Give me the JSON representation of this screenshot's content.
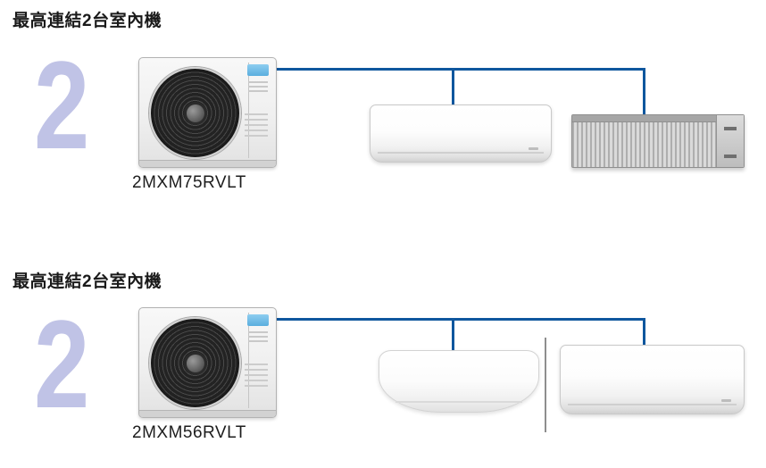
{
  "colors": {
    "accent_number": "#c0c3e6",
    "pipe_line": "#0f579e",
    "title_text": "#1a1a1a",
    "model_text": "#1d1d1d"
  },
  "icons": {
    "outdoor_brand_logo": "daikin-logo"
  },
  "sections": [
    {
      "title": "最高連結2台室內機",
      "max_indoor_units": "2",
      "outdoor_model": "2MXM75RVLT",
      "indoor_units": [
        {
          "type": "wall-mounted"
        },
        {
          "type": "ceiling-concealed-ducted"
        }
      ]
    },
    {
      "title": "最高連結2台室內機",
      "max_indoor_units": "2",
      "outdoor_model": "2MXM56RVLT",
      "indoor_units": [
        {
          "type": "wall-mounted-curved"
        },
        {
          "type": "wall-mounted"
        }
      ]
    }
  ]
}
